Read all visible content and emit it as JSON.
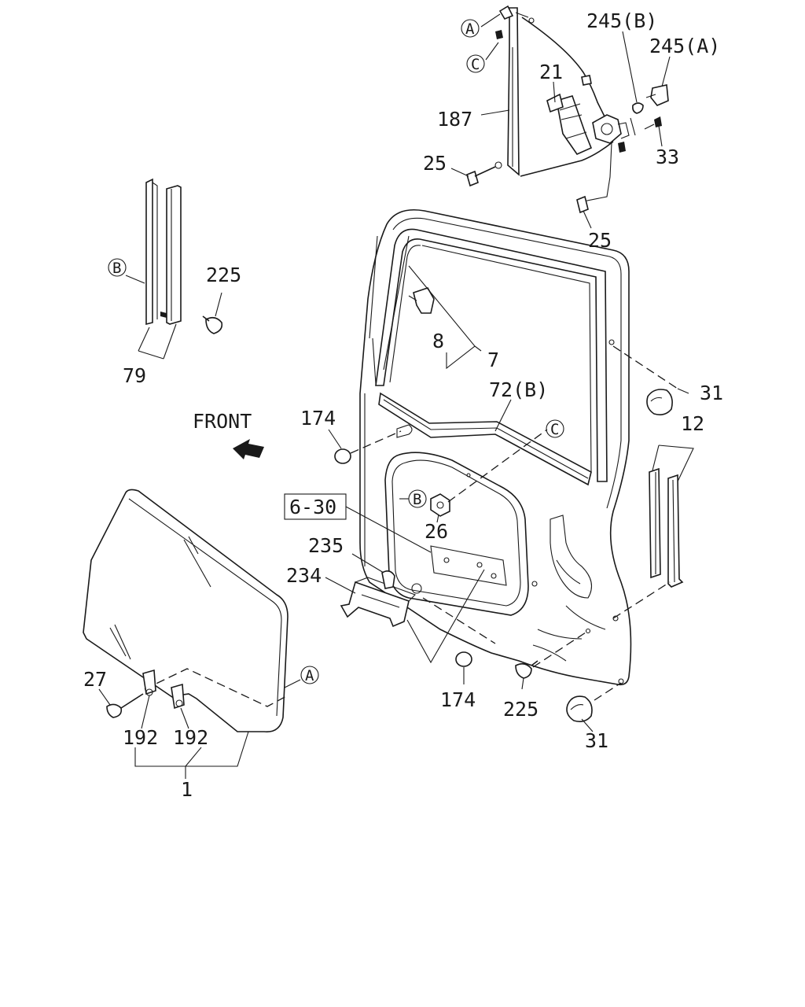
{
  "direction": {
    "label": "FRONT"
  },
  "callouts": {
    "p1": "1",
    "p7": "7",
    "p8": "8",
    "p12": "12",
    "p21": "21",
    "p25a": "25",
    "p25b": "25",
    "p26": "26",
    "p27": "27",
    "p31a": "31",
    "p31b": "31",
    "p33": "33",
    "p72b": "72(B)",
    "p79": "79",
    "p174a": "174",
    "p174b": "174",
    "p187": "187",
    "p192a": "192",
    "p192b": "192",
    "p225a": "225",
    "p225b": "225",
    "p234": "234",
    "p235": "235",
    "p245a": "245(A)",
    "p245b": "245(B)",
    "ref630": "6-30"
  },
  "refs": {
    "A_top": "A",
    "A_glass": "A",
    "B_channel": "B",
    "B_door": "B",
    "C_regulator": "C",
    "C_door": "C"
  }
}
